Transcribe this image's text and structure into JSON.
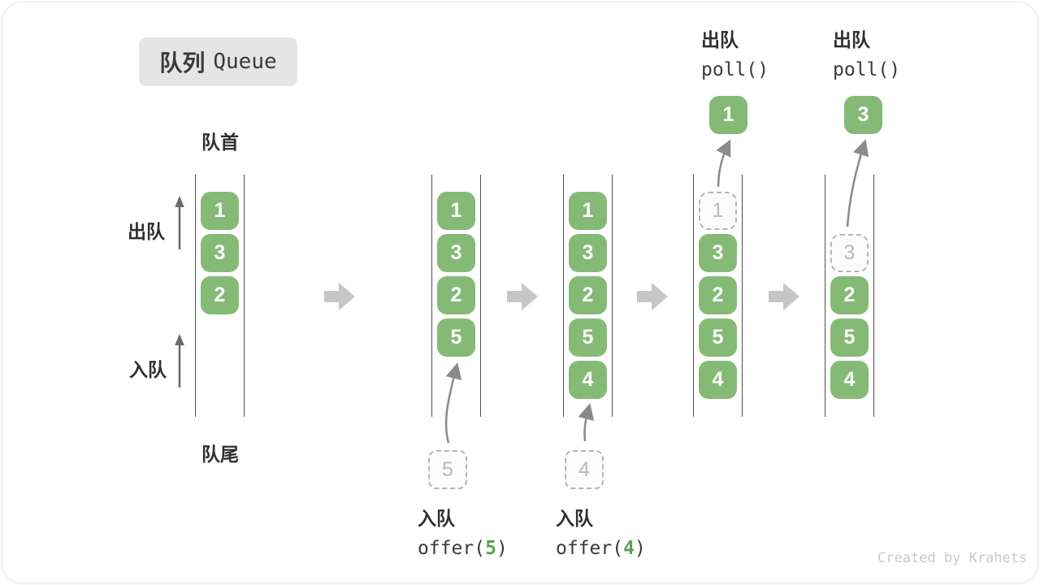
{
  "title": {
    "zh": "队列",
    "en": "Queue"
  },
  "side_labels": {
    "front": "队首",
    "rear": "队尾",
    "dequeue": "出队",
    "enqueue": "入队"
  },
  "queues": {
    "q1": {
      "cells": [
        "1",
        "3",
        "2"
      ]
    },
    "q2": {
      "cells": [
        "1",
        "3",
        "2",
        "5"
      ],
      "pending": "5"
    },
    "q3": {
      "cells": [
        "1",
        "3",
        "2",
        "5",
        "4"
      ],
      "pending": "4"
    },
    "q4": {
      "removed_ghost": "1",
      "cells": [
        "3",
        "2",
        "5",
        "4"
      ]
    },
    "q5": {
      "removed_ghost": "3",
      "cells": [
        "2",
        "5",
        "4"
      ]
    }
  },
  "ops": {
    "offer5": {
      "label": "入队",
      "code_pre": "offer(",
      "arg": "5",
      "code_post": ")"
    },
    "offer4": {
      "label": "入队",
      "code_pre": "offer(",
      "arg": "4",
      "code_post": ")"
    },
    "poll1": {
      "label": "出队",
      "code": "poll()",
      "removed": "1"
    },
    "poll2": {
      "label": "出队",
      "code": "poll()",
      "removed": "3"
    }
  },
  "watermark": "Created by Krahets",
  "colors": {
    "element_green": "#85ba76",
    "code_arg_green": "#5da04f",
    "transition_arrow_gray": "#c6c6c6",
    "ghost_dash_gray": "#b4b4b4",
    "title_badge_bg": "#e5e5e5",
    "queue_line": "#4f4f4f"
  }
}
